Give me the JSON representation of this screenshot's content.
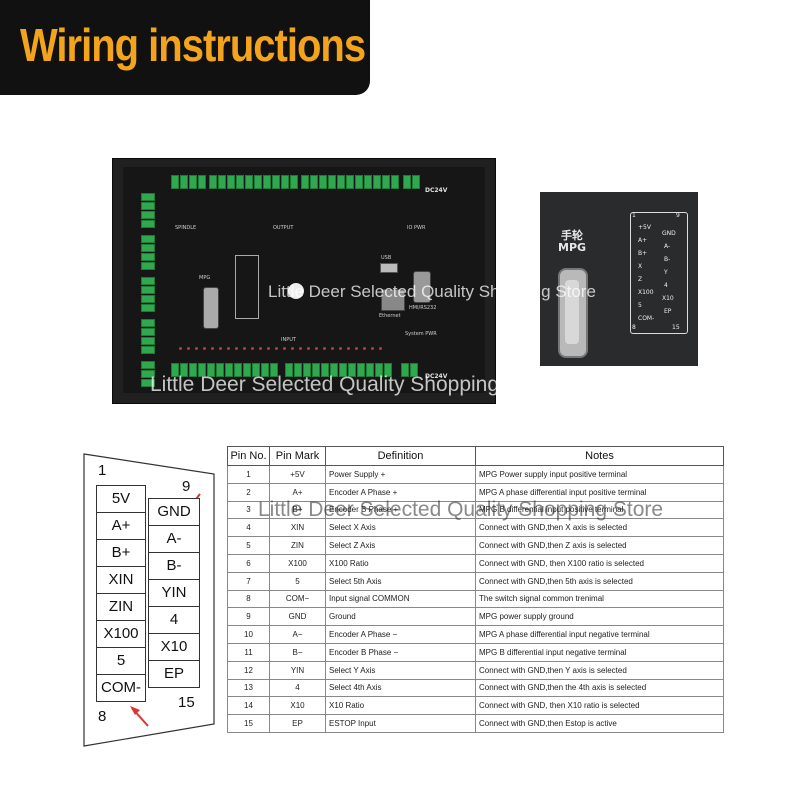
{
  "header": {
    "title": "Wiring instructions"
  },
  "watermark": "Little Deer Selected Quality Shopping Store",
  "board": {
    "spindle_label": "SPINDLE",
    "output_label": "OUTPUT",
    "io_pwr_label": "IO PWR",
    "dc_top": "DC24V",
    "dc_bottom": "DC24V",
    "usb_label": "USB",
    "mpg_label": "MPG",
    "input_label": "INPUT",
    "ethernet_label": "Ethernet",
    "hmi_label": "HMI/RS232",
    "system_pwr_label": "System PWR"
  },
  "closeup": {
    "mpg_cn": "手轮",
    "mpg": "MPG",
    "num_1": "1",
    "num_9": "9",
    "num_8": "8",
    "num_15": "15",
    "left_pins": [
      "+5V",
      "A+",
      "B+",
      "X",
      "Z",
      "X100",
      "5",
      "COM-"
    ],
    "right_pins": [
      "GND",
      "A-",
      "B-",
      "Y",
      "4",
      "X10",
      "EP"
    ]
  },
  "diagram": {
    "num_1": "1",
    "num_9": "9",
    "num_8": "8",
    "num_15": "15",
    "left_pins": [
      "5V",
      "A+",
      "B+",
      "XIN",
      "ZIN",
      "X100",
      "5",
      "COM-"
    ],
    "right_pins": [
      "GND",
      "A-",
      "B-",
      "YIN",
      "4",
      "X10",
      "EP"
    ]
  },
  "table": {
    "headers": [
      "Pin No.",
      "Pin Mark",
      "Definition",
      "Notes"
    ],
    "rows": [
      [
        "1",
        "+5V",
        "Power Supply +",
        "MPG Power supply input positive terminal"
      ],
      [
        "2",
        "A+",
        "Encoder A Phase +",
        "MPG A phase differential input positive terminal"
      ],
      [
        "3",
        "B+",
        "Encoder B Phase +",
        "MPG B differential input positive terminal"
      ],
      [
        "4",
        "XIN",
        "Select X Axis",
        "Connect with GND,then X axis is selected"
      ],
      [
        "5",
        "ZIN",
        "Select Z Axis",
        "Connect with GND,then Z axis is selected"
      ],
      [
        "6",
        "X100",
        "X100 Ratio",
        "Connect with GND, then X100 ratio is selected"
      ],
      [
        "7",
        "5",
        "Select 5th Axis",
        "Connect with GND,then 5th axis is selected"
      ],
      [
        "8",
        "COM−",
        "Input signal COMMON",
        "The switch signal common trenimal"
      ],
      [
        "9",
        "GND",
        "Ground",
        "MPG power supply ground"
      ],
      [
        "10",
        "A−",
        "Encoder A Phase −",
        "MPG A phase differential input negative terminal"
      ],
      [
        "11",
        "B−",
        "Encoder B Phase −",
        "MPG B differential input negative terminal"
      ],
      [
        "12",
        "YIN",
        "Select Y Axis",
        "Connect with GND,then Y axis is selected"
      ],
      [
        "13",
        "4",
        "Select 4th Axis",
        "Connect with GND,then the 4th axis is selected"
      ],
      [
        "14",
        "X10",
        "X10 Ratio",
        "Connect with GND, then X10 ratio is selected"
      ],
      [
        "15",
        "EP",
        "ESTOP Input",
        "Connect with GND,then Estop is active"
      ]
    ]
  }
}
